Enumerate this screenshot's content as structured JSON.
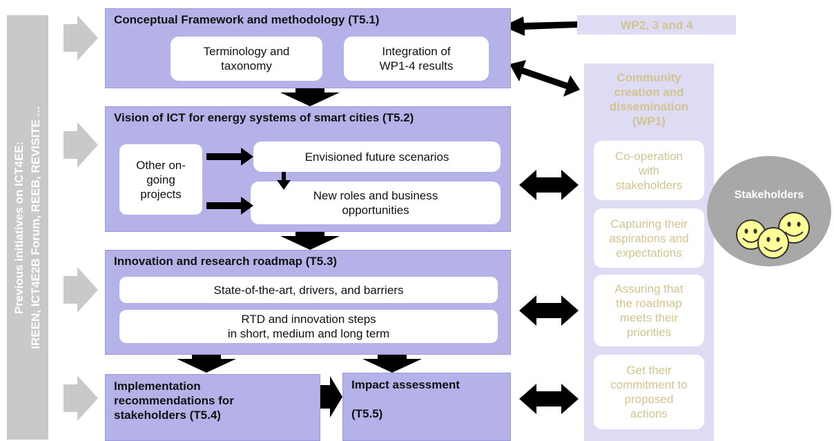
{
  "sidebar": {
    "line1": "Previous initiatives on ICT4EE:",
    "line2": "IREEN, ICT4E2B Forum, REEB, REVISITE ..."
  },
  "wp234": "WP2, 3 and 4",
  "t51": {
    "title": "Conceptual Framework and methodology (T5.1)",
    "pill1": [
      "Terminology and",
      "taxonomy"
    ],
    "pill2": [
      "Integration of",
      "WP1-4 results"
    ]
  },
  "t52": {
    "title": "Vision of ICT for energy systems of smart cities (T5.2)",
    "other": [
      "Other on-",
      "going",
      "projects"
    ],
    "scenarios": "Envisioned future scenarios",
    "roles": [
      "New roles and business",
      "opportunities"
    ]
  },
  "t53": {
    "title": "Innovation and research roadmap (T5.3)",
    "state": "State-of-the-art, drivers, and barriers",
    "rtd": [
      "RTD and innovation steps",
      "in short, medium and long term"
    ]
  },
  "t54": {
    "title": [
      "Implementation",
      "recommendations for",
      "stakeholders (T5.4)"
    ]
  },
  "t55": {
    "title": [
      "Impact assessment",
      "",
      "(T5.5)"
    ]
  },
  "wp1": {
    "title": [
      "Community",
      "creation and",
      "dissemination",
      "(WP1)"
    ],
    "items": [
      [
        "Co-operation",
        "with",
        "stakeholders"
      ],
      [
        "Capturing their",
        "aspirations and",
        "expectations"
      ],
      [
        "Assuring that",
        "the roadmap",
        "meets their",
        "priorities"
      ],
      [
        "Get their",
        "commitment to",
        "proposed",
        "actions"
      ]
    ]
  },
  "stakeholders": "Stakeholders",
  "colors": {
    "box": "#b4b2e8",
    "light_box": "#dedcf5",
    "light_text": "#d2c48e",
    "sidebar": "#c9c9c9",
    "stakeholder_circle": "#a8a8a8",
    "smiley": "#ffff99"
  }
}
